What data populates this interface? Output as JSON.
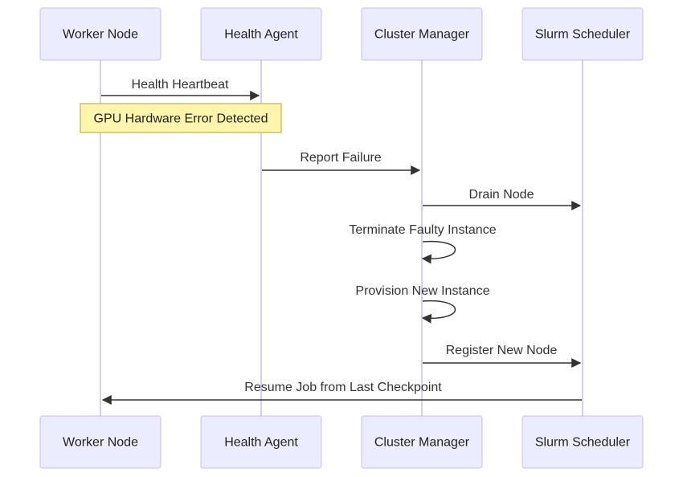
{
  "participants": [
    {
      "id": "worker",
      "label": "Worker Node"
    },
    {
      "id": "agent",
      "label": "Health Agent"
    },
    {
      "id": "manager",
      "label": "Cluster Manager"
    },
    {
      "id": "slurm",
      "label": "Slurm Scheduler"
    }
  ],
  "messages": [
    {
      "from": "worker",
      "to": "agent",
      "label": "Health Heartbeat"
    },
    {
      "from": "agent",
      "to": "manager",
      "label": "Report Failure"
    },
    {
      "from": "manager",
      "to": "slurm",
      "label": "Drain Node"
    },
    {
      "from": "manager",
      "to": "manager",
      "label": "Terminate Faulty Instance"
    },
    {
      "from": "manager",
      "to": "manager",
      "label": "Provision New Instance"
    },
    {
      "from": "manager",
      "to": "slurm",
      "label": "Register New Node"
    },
    {
      "from": "slurm",
      "to": "worker",
      "label": "Resume Job from Last Checkpoint"
    }
  ],
  "notes": [
    {
      "over": [
        "worker",
        "agent"
      ],
      "label": "GPU Hardware Error Detected"
    }
  ],
  "colors": {
    "actor_fill": "#ececff",
    "actor_stroke": "#9370db",
    "line": "#333333",
    "note_fill": "#fff5ad",
    "note_stroke": "#aaaa33"
  }
}
